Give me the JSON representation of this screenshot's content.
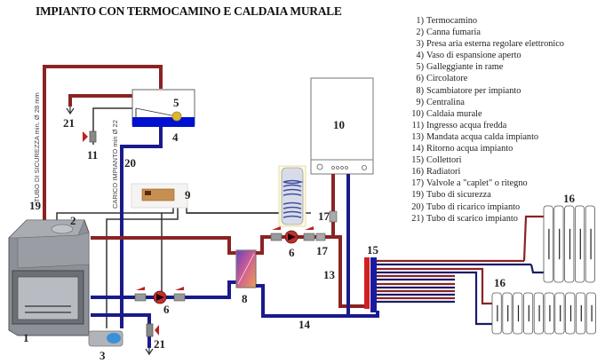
{
  "title": "IMPIANTO CON TERMOCAMINO E CALDAIA MURALE",
  "legend": [
    {
      "num": "1)",
      "text": "Termocamino"
    },
    {
      "num": "2)",
      "text": "Canna fumaria"
    },
    {
      "num": "3)",
      "text": "Presa aria esterna regolare elettronico"
    },
    {
      "num": "4)",
      "text": "Vaso di espansione aperto"
    },
    {
      "num": "5)",
      "text": "Galleggiante in rame"
    },
    {
      "num": "6)",
      "text": "Circolatore"
    },
    {
      "num": "8)",
      "text": "Scambiatore per impianto"
    },
    {
      "num": "9)",
      "text": "Centralina"
    },
    {
      "num": "10)",
      "text": "Caldaia murale"
    },
    {
      "num": "11)",
      "text": "Ingresso acqua fredda"
    },
    {
      "num": "13)",
      "text": "Mandata acqua calda impianto"
    },
    {
      "num": "14)",
      "text": "Ritorno acqua impianto"
    },
    {
      "num": "15)",
      "text": "Collettori"
    },
    {
      "num": "16)",
      "text": "Radiatori"
    },
    {
      "num": "17)",
      "text": "Valvole a \"caplet\" o ritegno"
    },
    {
      "num": "19)",
      "text": "Tubo di sicurezza"
    },
    {
      "num": "20)",
      "text": "Tubo di ricarico impianto"
    },
    {
      "num": "21)",
      "text": "Tubo di scarico impianto"
    }
  ],
  "labels": {
    "l1": "1",
    "l2": "2",
    "l3": "3",
    "l4": "4",
    "l5": "5",
    "l6a": "6",
    "l6b": "6",
    "l8": "8",
    "l9": "9",
    "l10": "10",
    "l11": "11",
    "l13": "13",
    "l14": "14",
    "l15": "15",
    "l16a": "16",
    "l16b": "16",
    "l17a": "17",
    "l17b": "17",
    "l19": "19",
    "l20": "20",
    "l21a": "21",
    "l21b": "21"
  },
  "vertical_text": {
    "safety_pipe": "TUBO DI SICUREZZA min. Ø 28 mm",
    "fill_pipe": "CARICO IMPIANTO min Ø 22"
  },
  "colors": {
    "hot_pipe": "#8b2323",
    "cold_pipe": "#1a1a8c",
    "expansion_water": "#0010d0",
    "wire": "#333333"
  }
}
